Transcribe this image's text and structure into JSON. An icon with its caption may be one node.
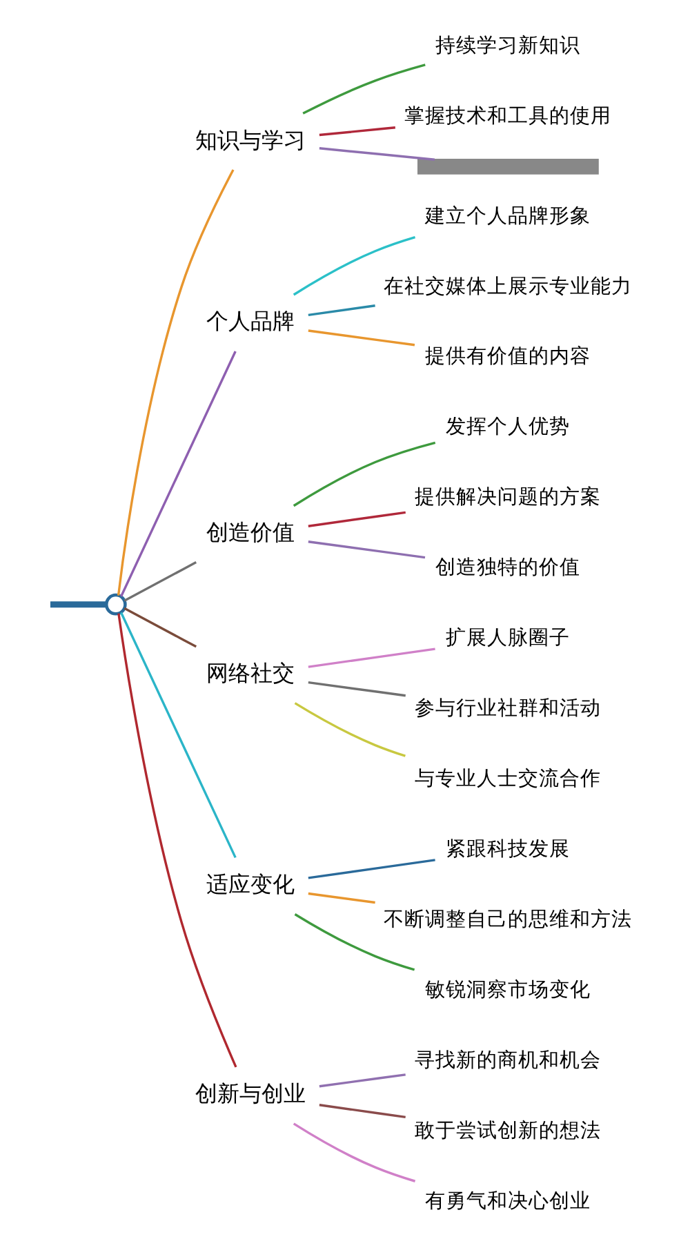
{
  "diagram": {
    "nodes": [
      {
        "text": [],
        "shape": "circle"
      },
      {
        "text": [
          "知识与学习"
        ]
      },
      {
        "text": [
          "持续学习新知识"
        ]
      },
      {
        "text": [
          "掌握技术和工具的使用"
        ]
      },
      {
        "text": [],
        "shape": "bar"
      },
      {
        "text": [
          "个人品牌"
        ]
      },
      {
        "text": [
          "建立个人品牌形象"
        ]
      },
      {
        "text": [
          "在社交媒体上展示专业能力"
        ]
      },
      {
        "text": [
          "提供有价值的内容"
        ]
      },
      {
        "text": [
          "创造价值"
        ]
      },
      {
        "text": [
          "发挥个人优势"
        ]
      },
      {
        "text": [
          "提供解决问题的方案"
        ]
      },
      {
        "text": [
          "创造独特的价值"
        ]
      },
      {
        "text": [
          "网络社交"
        ]
      },
      {
        "text": [
          "扩展人脉圈子"
        ]
      },
      {
        "text": [
          "参与行业社群和活动"
        ]
      },
      {
        "text": [
          "与专业人士交流合作"
        ]
      },
      {
        "text": [
          "适应变化"
        ]
      },
      {
        "text": [
          "紧跟科技发展"
        ]
      },
      {
        "text": [
          "不断调整自己的思维和方法"
        ]
      },
      {
        "text": [
          "敏锐洞察市场变化"
        ]
      },
      {
        "text": [
          "创新与创业"
        ]
      },
      {
        "text": [
          "寻找新的商机和机会"
        ]
      },
      {
        "text": [
          "敢于尝试创新的想法"
        ]
      },
      {
        "text": [
          "有勇气和决心创业"
        ]
      }
    ],
    "edges": [
      {
        "from": null,
        "to": 0,
        "arrow": "none",
        "style": "thick",
        "color": "#2a6a9a"
      },
      {
        "from": 0,
        "to": 1,
        "arrow": "none",
        "color": "#e8962e"
      },
      {
        "from": 1,
        "to": 2,
        "arrow": "none",
        "color": "#3e9a3e"
      },
      {
        "from": 1,
        "to": 3,
        "arrow": "none",
        "color": "#b0283a"
      },
      {
        "from": 1,
        "to": 4,
        "arrow": "none",
        "color": "#8e6fb0"
      },
      {
        "from": 0,
        "to": 5,
        "arrow": "none",
        "color": "#8e5fb0"
      },
      {
        "from": 5,
        "to": 6,
        "arrow": "none",
        "color": "#2bc0c8"
      },
      {
        "from": 5,
        "to": 7,
        "arrow": "none",
        "color": "#2a8aa8"
      },
      {
        "from": 5,
        "to": 8,
        "arrow": "none",
        "color": "#e8962e"
      },
      {
        "from": 0,
        "to": 9,
        "arrow": "none",
        "color": "#707070"
      },
      {
        "from": 9,
        "to": 10,
        "arrow": "none",
        "color": "#3e9a3e"
      },
      {
        "from": 9,
        "to": 11,
        "arrow": "none",
        "color": "#b0283a"
      },
      {
        "from": 9,
        "to": 12,
        "arrow": "none",
        "color": "#8e6fb0"
      },
      {
        "from": 0,
        "to": 13,
        "arrow": "none",
        "color": "#7a4b3a"
      },
      {
        "from": 13,
        "to": 14,
        "arrow": "none",
        "color": "#d080c8"
      },
      {
        "from": 13,
        "to": 15,
        "arrow": "none",
        "color": "#707070"
      },
      {
        "from": 13,
        "to": 16,
        "arrow": "none",
        "color": "#c8c840"
      },
      {
        "from": 0,
        "to": 17,
        "arrow": "none",
        "color": "#2bb5c8"
      },
      {
        "from": 17,
        "to": 18,
        "arrow": "none",
        "color": "#2a6a9a"
      },
      {
        "from": 17,
        "to": 19,
        "arrow": "none",
        "color": "#e8962e"
      },
      {
        "from": 17,
        "to": 20,
        "arrow": "none",
        "color": "#3e9a3e"
      },
      {
        "from": 0,
        "to": 21,
        "arrow": "none",
        "color": "#b0282f"
      },
      {
        "from": 21,
        "to": 22,
        "arrow": "none",
        "color": "#9070b0"
      },
      {
        "from": 21,
        "to": 23,
        "arrow": "none",
        "color": "#8a4b4b"
      },
      {
        "from": 21,
        "to": 24,
        "arrow": "none",
        "color": "#d080c8"
      }
    ]
  }
}
